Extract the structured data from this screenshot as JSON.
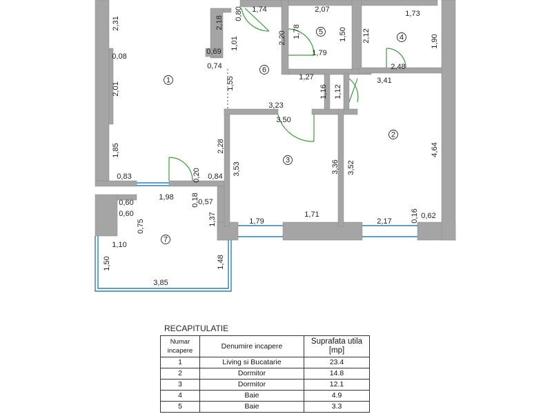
{
  "colors": {
    "wall": "#a5a5a5",
    "window": "#2a7fb0",
    "door": "#3c9a3c",
    "line": "#222222"
  },
  "plan": {
    "room_numbers": [
      "1",
      "2",
      "3",
      "4",
      "5",
      "6",
      "7"
    ],
    "dimensions": [
      "2,31",
      "0,08",
      "2,01",
      "1,85",
      "0,83",
      "1,98",
      "0,60",
      "0,60",
      "0,75",
      "1,10",
      "1,50",
      "3,85",
      "1,48",
      "1,37",
      "0,57",
      "0,18",
      "0,20",
      "0,84",
      "2,28",
      "3,53",
      "3,50",
      "3,23",
      "1,55",
      "0,69",
      "0,74",
      "2,18",
      "0,80",
      "1,01",
      "1,74",
      "2,20",
      "1,78",
      "2,07",
      "1,50",
      "1,79",
      "1,27",
      "1,16",
      "1,12",
      "3,36",
      "1,79",
      "1,71",
      "3,52",
      "2,17",
      "0,16",
      "0,62",
      "4,64",
      "3,41",
      "2,48",
      "2,12",
      "1,73",
      "1,90"
    ]
  },
  "recap": {
    "title": "RECAPITULATIE",
    "headers": {
      "number": "Numar incapere",
      "name": "Denumire incapere",
      "area": "Suprafata utila [mp]"
    },
    "rows": [
      {
        "nr": "1",
        "name": "Living si Bucatarie",
        "area": "23.4"
      },
      {
        "nr": "2",
        "name": "Dormitor",
        "area": "14.8"
      },
      {
        "nr": "3",
        "name": "Dormitor",
        "area": "12.1"
      },
      {
        "nr": "4",
        "name": "Baie",
        "area": "4.9"
      },
      {
        "nr": "5",
        "name": "Baie",
        "area": "3.3"
      }
    ]
  }
}
